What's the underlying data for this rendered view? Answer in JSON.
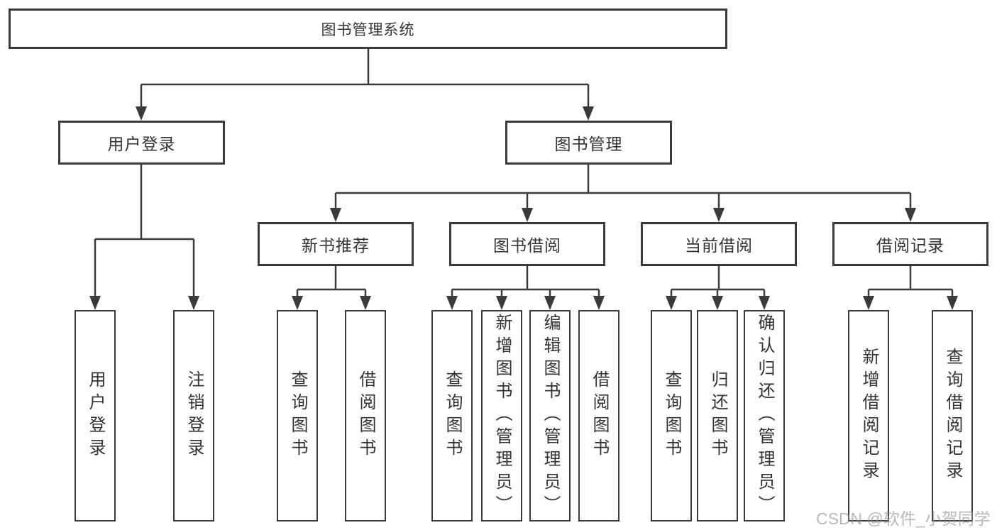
{
  "tree": {
    "label": "图书管理系统",
    "children": [
      {
        "label": "用户登录",
        "children": [
          {
            "label": "用户登录"
          },
          {
            "label": "注销登录"
          }
        ]
      },
      {
        "label": "图书管理",
        "children": [
          {
            "label": "新书推荐",
            "children": [
              {
                "label": "查询图书"
              },
              {
                "label": "借阅图书"
              }
            ]
          },
          {
            "label": "图书借阅",
            "children": [
              {
                "label": "查询图书"
              },
              {
                "label": "新增图书（管理员）"
              },
              {
                "label": "编辑图书（管理员）"
              },
              {
                "label": "借阅图书"
              }
            ]
          },
          {
            "label": "当前借阅",
            "children": [
              {
                "label": "查询图书"
              },
              {
                "label": "归还图书"
              },
              {
                "label": "确认归还（管理员）"
              }
            ]
          },
          {
            "label": "借阅记录",
            "children": [
              {
                "label": "新增借阅记录"
              },
              {
                "label": "查询借阅记录"
              }
            ]
          }
        ]
      }
    ]
  },
  "watermark": {
    "text": "CSDN @软件_小贺同学"
  },
  "colors": {
    "line": "#3a3a3a",
    "box_border": "#3a3a3a",
    "text": "#333333",
    "background": "#ffffff",
    "watermark": "#8c8c8c"
  }
}
